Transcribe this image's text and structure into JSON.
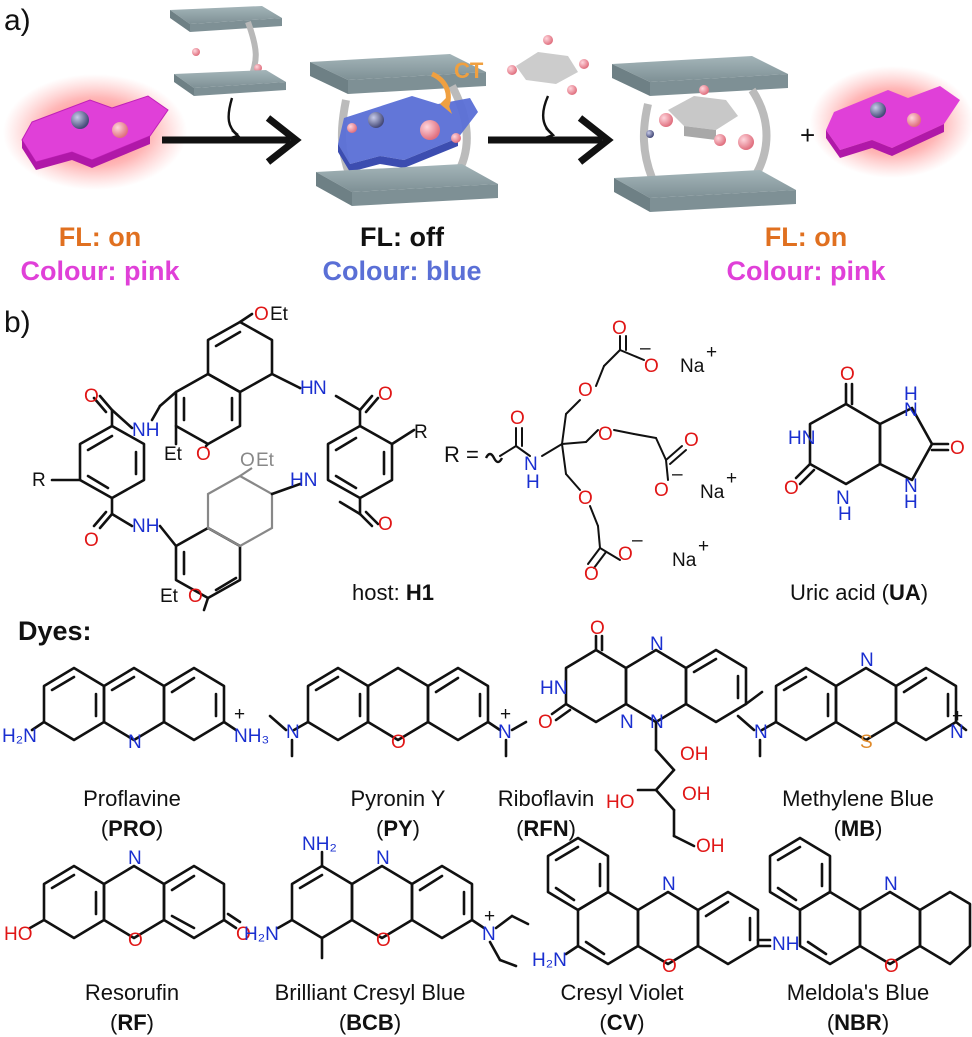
{
  "panel_a": {
    "label": "a)",
    "ct_label": "CT",
    "plus": "+",
    "states": [
      {
        "fl": "FL: on",
        "colour": "Colour: pink"
      },
      {
        "fl": "FL: off",
        "colour": "Colour: blue"
      },
      {
        "fl": "FL: on",
        "colour": "Colour: pink"
      }
    ],
    "colors": {
      "orange": "#e07020",
      "pink": "#e040d8",
      "blue": "#5a6fd6",
      "cage": "#8fa3a8"
    }
  },
  "panel_b": {
    "label": "b)",
    "host_caption_prefix": "host: ",
    "host_caption_bold": "H1",
    "r_eq": "R =",
    "ua_caption_prefix": "Uric acid (",
    "ua_caption_bold": "UA",
    "ua_caption_suffix": ")",
    "dyes_header": "Dyes:",
    "dyes": [
      {
        "name": "Proflavine",
        "abbr": "PRO"
      },
      {
        "name": "Pyronin Y",
        "abbr": "PY"
      },
      {
        "name": "Riboflavin",
        "abbr": "RFN"
      },
      {
        "name": "Methylene Blue",
        "abbr": "MB"
      },
      {
        "name": "Resorufin",
        "abbr": "RF"
      },
      {
        "name": "Brilliant Cresyl Blue",
        "abbr": "BCB"
      },
      {
        "name": "Cresyl Violet",
        "abbr": "CV"
      },
      {
        "name": "Meldola's Blue",
        "abbr": "NBR"
      }
    ]
  }
}
